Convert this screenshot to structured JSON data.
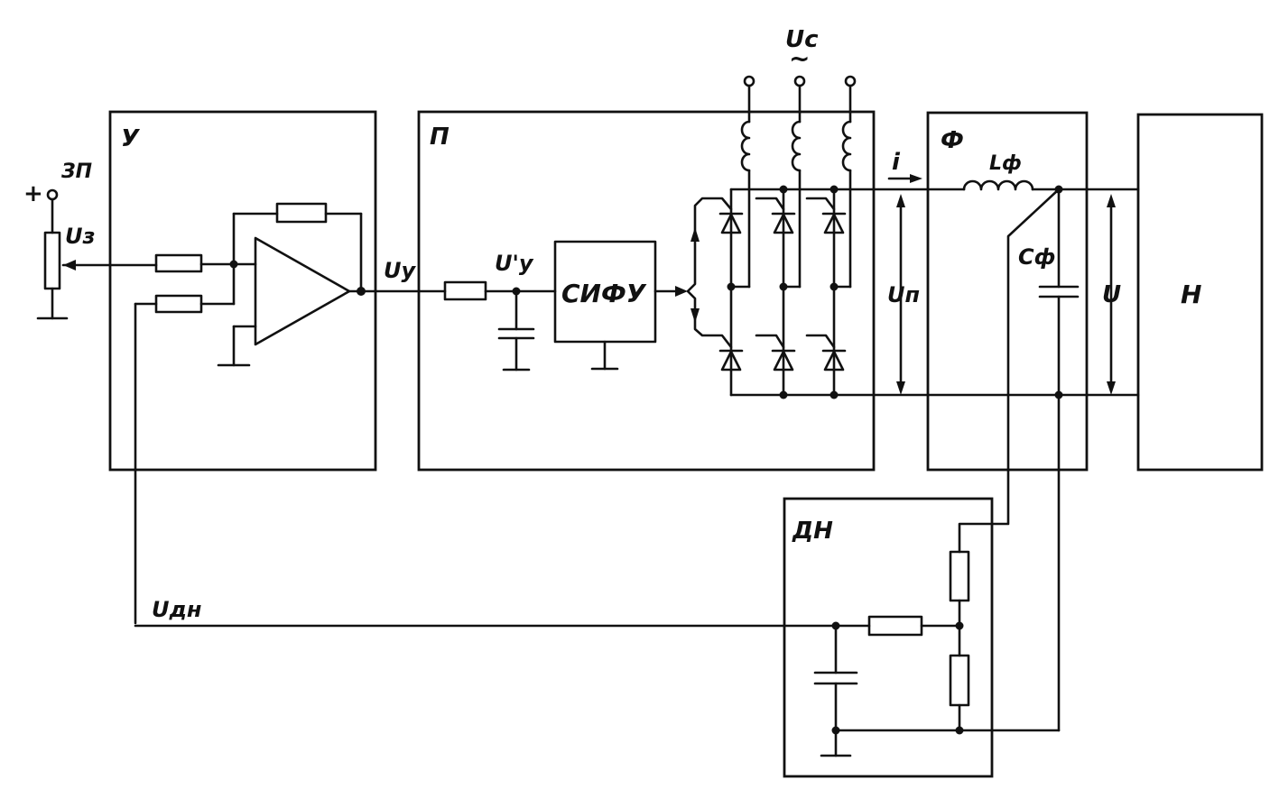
{
  "blocks": {
    "amplifier": "У",
    "converter": "П",
    "filter": "Ф",
    "load": "Н",
    "voltage_sensor": "ДН",
    "pulse_control": "СИФУ"
  },
  "labels": {
    "setpoint": "ЗП",
    "plus": "+",
    "u_setpoint": "Uз",
    "u_amp": "Uу",
    "u_amp_prime": "U'у",
    "u_supply": "Uс",
    "supply_tilde": "~",
    "current": "i",
    "u_converter": "Uп",
    "inductor": "Lф",
    "capacitor": "Cф",
    "u_output": "U",
    "u_sensor": "Uдн"
  }
}
